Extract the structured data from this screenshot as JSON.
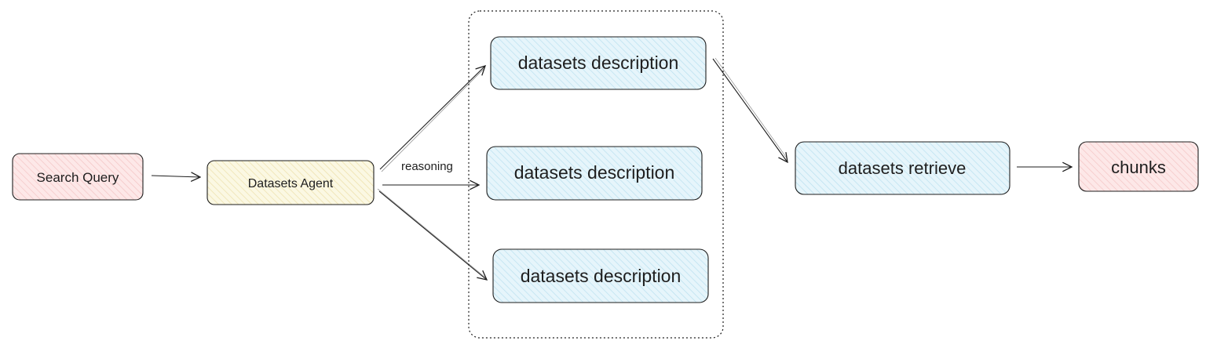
{
  "nodes": {
    "search_query": {
      "label": "Search Query",
      "fill": "#fde8e8",
      "hatch": "#f3c4c4"
    },
    "datasets_agent": {
      "label": "Datasets Agent",
      "fill": "#fbf8e3",
      "hatch": "#ecdfa9"
    },
    "description_1": {
      "label": "datasets description",
      "fill": "#e6f5fb",
      "hatch": "#b9e0ef"
    },
    "description_2": {
      "label": "datasets description",
      "fill": "#e6f5fb",
      "hatch": "#b9e0ef"
    },
    "description_3": {
      "label": "datasets description",
      "fill": "#e6f5fb",
      "hatch": "#b9e0ef"
    },
    "datasets_retrieve": {
      "label": "datasets retrieve",
      "fill": "#e6f5fb",
      "hatch": "#b9e0ef"
    },
    "chunks": {
      "label": "chunks",
      "fill": "#fde8e8",
      "hatch": "#f3c4c4"
    }
  },
  "edge_labels": {
    "reasoning": "reasoning"
  },
  "colors": {
    "stroke": "#1e1e1e",
    "group_border": "#1e1e1e"
  }
}
